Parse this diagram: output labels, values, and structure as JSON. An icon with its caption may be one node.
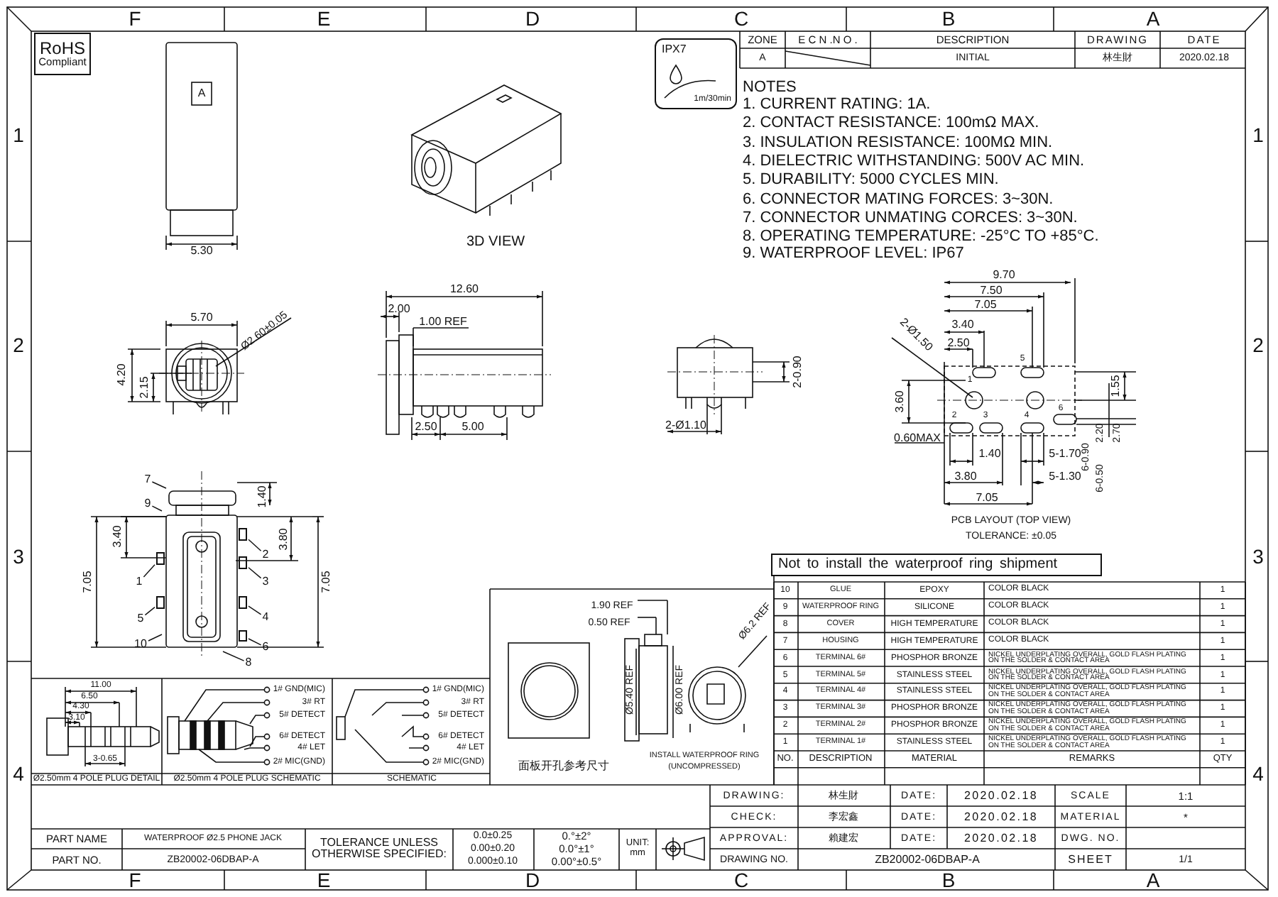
{
  "diagram": {
    "nodes": [
      {
        "text": [
          "RoHS",
          "Compliant"
        ]
      },
      {
        "text": [
          "IPX7",
          "1m/30min"
        ]
      },
      {
        "text": [
          "Not to install the waterproof ring shipment"
        ]
      },
      {
        "text": [
          "7"
        ]
      },
      {
        "text": [
          "9"
        ]
      },
      {
        "text": [
          "2"
        ]
      },
      {
        "text": [
          "1"
        ]
      },
      {
        "text": [
          "3"
        ]
      },
      {
        "text": [
          "4"
        ]
      },
      {
        "text": [
          "5"
        ]
      },
      {
        "text": [
          "10"
        ]
      },
      {
        "text": [
          "6"
        ]
      },
      {
        "text": [
          "8"
        ]
      },
      {
        "text": [],
        "shape": "box"
      },
      {
        "text": [],
        "shape": "box"
      },
      {
        "text": [],
        "shape": "box"
      },
      {
        "text": [],
        "shape": "box"
      },
      {
        "text": [],
        "shape": "box"
      },
      {
        "text": [],
        "shape": "box"
      }
    ],
    "edges": [
      {
        "from": 3,
        "to": null,
        "arrow": "none"
      },
      {
        "from": 4,
        "to": null,
        "arrow": "none"
      },
      {
        "from": 5,
        "to": 15,
        "arrow": "none"
      },
      {
        "from": 6,
        "to": 13,
        "arrow": "none"
      },
      {
        "from": 7,
        "to": 16,
        "arrow": "none"
      },
      {
        "from": 8,
        "to": 17,
        "arrow": "none"
      },
      {
        "from": 9,
        "to": 14,
        "arrow": "none"
      },
      {
        "from": 10,
        "to": null,
        "arrow": "none"
      },
      {
        "from": 11,
        "to": 18,
        "arrow": "none"
      },
      {
        "from": 12,
        "to": null,
        "arrow": "none"
      }
    ],
    "labels": [
      "F",
      "E",
      "D",
      "C",
      "B",
      "A",
      "F",
      "E",
      "D",
      "C",
      "B",
      "A",
      "1",
      "2",
      "3",
      "4",
      "1",
      "2",
      "3",
      "4",
      "ZONE",
      "E C N .N O .",
      "DESCRIPTION",
      "DRAWING",
      "DATE",
      "A",
      "INITIAL",
      "林生財",
      "2020.02.18",
      "NOTES",
      "1. CURRENT RATING: 1A.",
      "2. CONTACT RESISTANCE: 100mΩ MAX.",
      "3. INSULATION RESISTANCE: 100MΩ MIN.",
      "4. DIELECTRIC WITHSTANDING: 500V AC MIN.",
      "5. DURABILITY: 5000 CYCLES MIN.",
      "6. CONNECTOR MATING FORCES: 3~30N.",
      "7. CONNECTOR UNMATING CORCES: 3~30N.",
      "8. OPERATING TEMPERATURE: -25°C TO +85°C.",
      "9. WATERPROOF LEVEL: IP67",
      "3D VIEW",
      "5.30",
      "5.70",
      "Ø2.60±0.05",
      "4.20",
      "2.15",
      "12.60",
      "2.00",
      "1.00 REF",
      "2.50",
      "5.00",
      "2-0.90",
      "2-Ø1.10",
      "9.70",
      "7.50",
      "7.05",
      "3.40",
      "2.50",
      "2-Ø1.50",
      "3.60",
      "1.55",
      "2.20",
      "2.70",
      "0.60MAX",
      "1.40",
      "5-1.70",
      "6-0.90",
      "6-0.50",
      "3.80",
      "5-1.30",
      "7.05",
      "1",
      "5",
      "6",
      "2",
      "3",
      "4",
      "PCB LAYOUT (TOP VIEW)",
      "TOLERANCE: ±0.05",
      "1.40",
      "3.40",
      "3.80",
      "7.05",
      "7.05",
      "10",
      "GLUE",
      "EPOXY",
      "COLOR BLACK",
      "1",
      "9",
      "WATERPROOF RING",
      "SILICONE",
      "COLOR BLACK",
      "1",
      "8",
      "COVER",
      "HIGH TEMPERATURE",
      "COLOR BLACK",
      "1",
      "7",
      "HOUSING",
      "HIGH TEMPERATURE",
      "COLOR BLACK",
      "1",
      "6",
      "TERMINAL 6#",
      "PHOSPHOR BRONZE",
      "NICKEL UNDERPLATING OVERALL, GOLD FLASH PLATING ON THE SOLDER & CONTACT AREA",
      "1",
      "5",
      "TERMINAL 5#",
      "STAINLESS STEEL",
      "NICKEL UNDERPLATING OVERALL, GOLD FLASH PLATING ON THE SOLDER & CONTACT AREA",
      "1",
      "4",
      "TERMINAL 4#",
      "STAINLESS STEEL",
      "NICKEL UNDERPLATING OVERALL, GOLD FLASH PLATING ON THE SOLDER & CONTACT AREA",
      "1",
      "3",
      "TERMINAL 3#",
      "PHOSPHOR BRONZE",
      "NICKEL UNDERPLATING OVERALL, GOLD FLASH PLATING ON THE SOLDER & CONTACT AREA",
      "1",
      "2",
      "TERMINAL 2#",
      "PHOSPHOR BRONZE",
      "NICKEL UNDERPLATING OVERALL, GOLD FLASH PLATING ON THE SOLDER & CONTACT AREA",
      "1",
      "1",
      "TERMINAL 1#",
      "STAINLESS STEEL",
      "NICKEL UNDERPLATING OVERALL, GOLD FLASH PLATING ON THE SOLDER & CONTACT AREA",
      "1",
      "NO.",
      "DESCRIPTION",
      "MATERIAL",
      "REMARKS",
      "QTY",
      "1.90 REF",
      "0.50 REF",
      "Ø6.2 REF",
      "Ø5.40 REF",
      "Ø6.00 REF",
      "面板开孔参考尺寸",
      "INSTALL WATERPROOF RING",
      "(UNCOMPRESSED)",
      "11.00",
      "6.50",
      "4.30",
      "3.10",
      "3-0.65",
      "1# GND(MIC)",
      "3# RT",
      "5# DETECT",
      "6# DETECT",
      "4# LET",
      "2# MIC(GND)",
      "1# GND(MIC)",
      "3# RT",
      "5# DETECT",
      "6# DETECT",
      "4# LET",
      "2# MIC(GND)",
      "Ø2.50mm 4 POLE PLUG DETAIL",
      "Ø2.50mm 4 POLE PLUG SCHEMATIC",
      "SCHEMATIC",
      "PART NAME",
      "WATERPROOF Ø2.5 PHONE JACK",
      "TOLERANCE UNLESS OTHERWISE SPECIFIED:",
      "0.0±0.25",
      "0.00±0.20",
      "0.000±0.10",
      "0.°±2°",
      "0.0°±1°",
      "0.00°±0.5°",
      "UNIT: mm",
      "PART NO.",
      "ZB20002-06DBAP-A",
      "DRAWING:",
      "林生財",
      "DATE:",
      "2020.02.18",
      "SCALE",
      "1:1",
      "CHECK:",
      "李宏鑫",
      "DATE:",
      "2020.02.18",
      "MATERIAL",
      "*",
      "APPROVAL:",
      "賴建宏",
      "DATE:",
      "2020.02.18",
      "DWG. NO.",
      "DRAWING NO.",
      "ZB20002-06DBAP-A",
      "SHEET",
      "1/1",
      "A"
    ]
  }
}
